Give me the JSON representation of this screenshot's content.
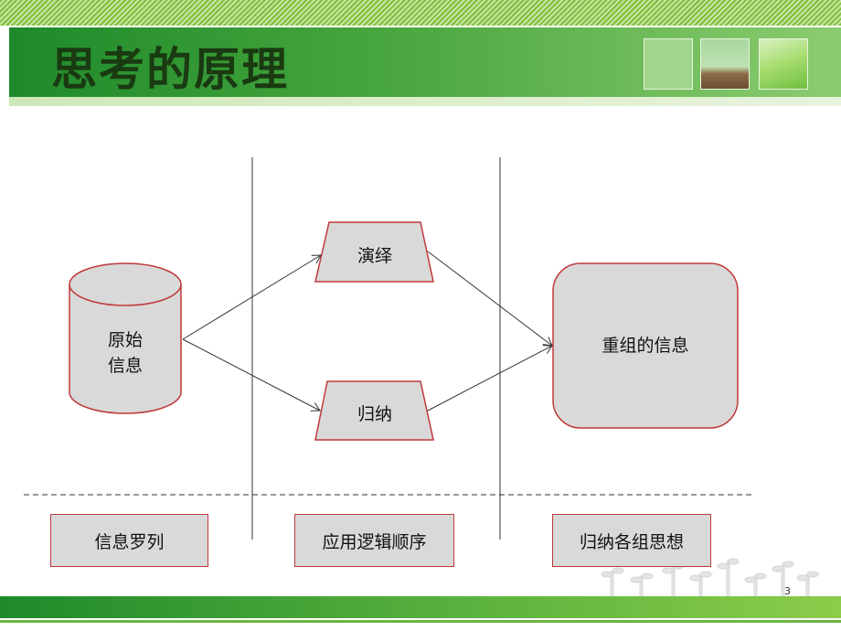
{
  "slide": {
    "title": "思考的原理",
    "page_number": "3"
  },
  "diagram": {
    "source": {
      "line1": "原始",
      "line2": "信息"
    },
    "deduction": "演绎",
    "induction": "归纳",
    "result": "重组的信息",
    "steps": [
      "信息罗列",
      "应用逻辑顺序",
      "归纳各组思想"
    ]
  },
  "colors": {
    "shape_fill": "#d9d9d9",
    "shape_border": "#c0393b",
    "title_bar": "#2e8b2e"
  }
}
